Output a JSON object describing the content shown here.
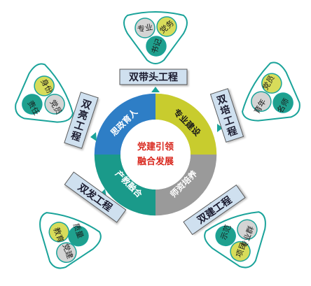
{
  "center": {
    "line1": "党建引领",
    "line2": "融合发展"
  },
  "ring": {
    "top_left": "思政育人",
    "top_right": "专业建设",
    "bottom_right": "师资培养",
    "bottom_left": "产教融合"
  },
  "projects": {
    "top": {
      "label": "双带头工程",
      "circles": [
        "专业",
        "党务",
        "书记"
      ]
    },
    "upper_right": {
      "label": "双培工程",
      "circles": [
        "党员",
        "育年",
        "名师"
      ]
    },
    "lower_right": {
      "label": "双建工程",
      "circles": [
        "示范",
        "专业群",
        "项目"
      ]
    },
    "lower_left": {
      "label": "双发工程",
      "circles": [
        "质量",
        "教育",
        "党建"
      ]
    },
    "upper_left": {
      "label": "双亮工程",
      "circles": [
        "身份",
        "党员",
        "责任"
      ]
    }
  },
  "colors": {
    "blue": "#2e7ec6",
    "yellow_green": "#c8cc2e",
    "gray": "#9a9a9a",
    "teal": "#1a9a8a",
    "arrow": "#1aa39a",
    "box_fill": "#cfe0ef",
    "bubble_yellow": "#d8dc5a",
    "bubble_teal": "#1fa08e",
    "bubble_gray": "#d4d4d4",
    "center_text": "#d8261c"
  }
}
